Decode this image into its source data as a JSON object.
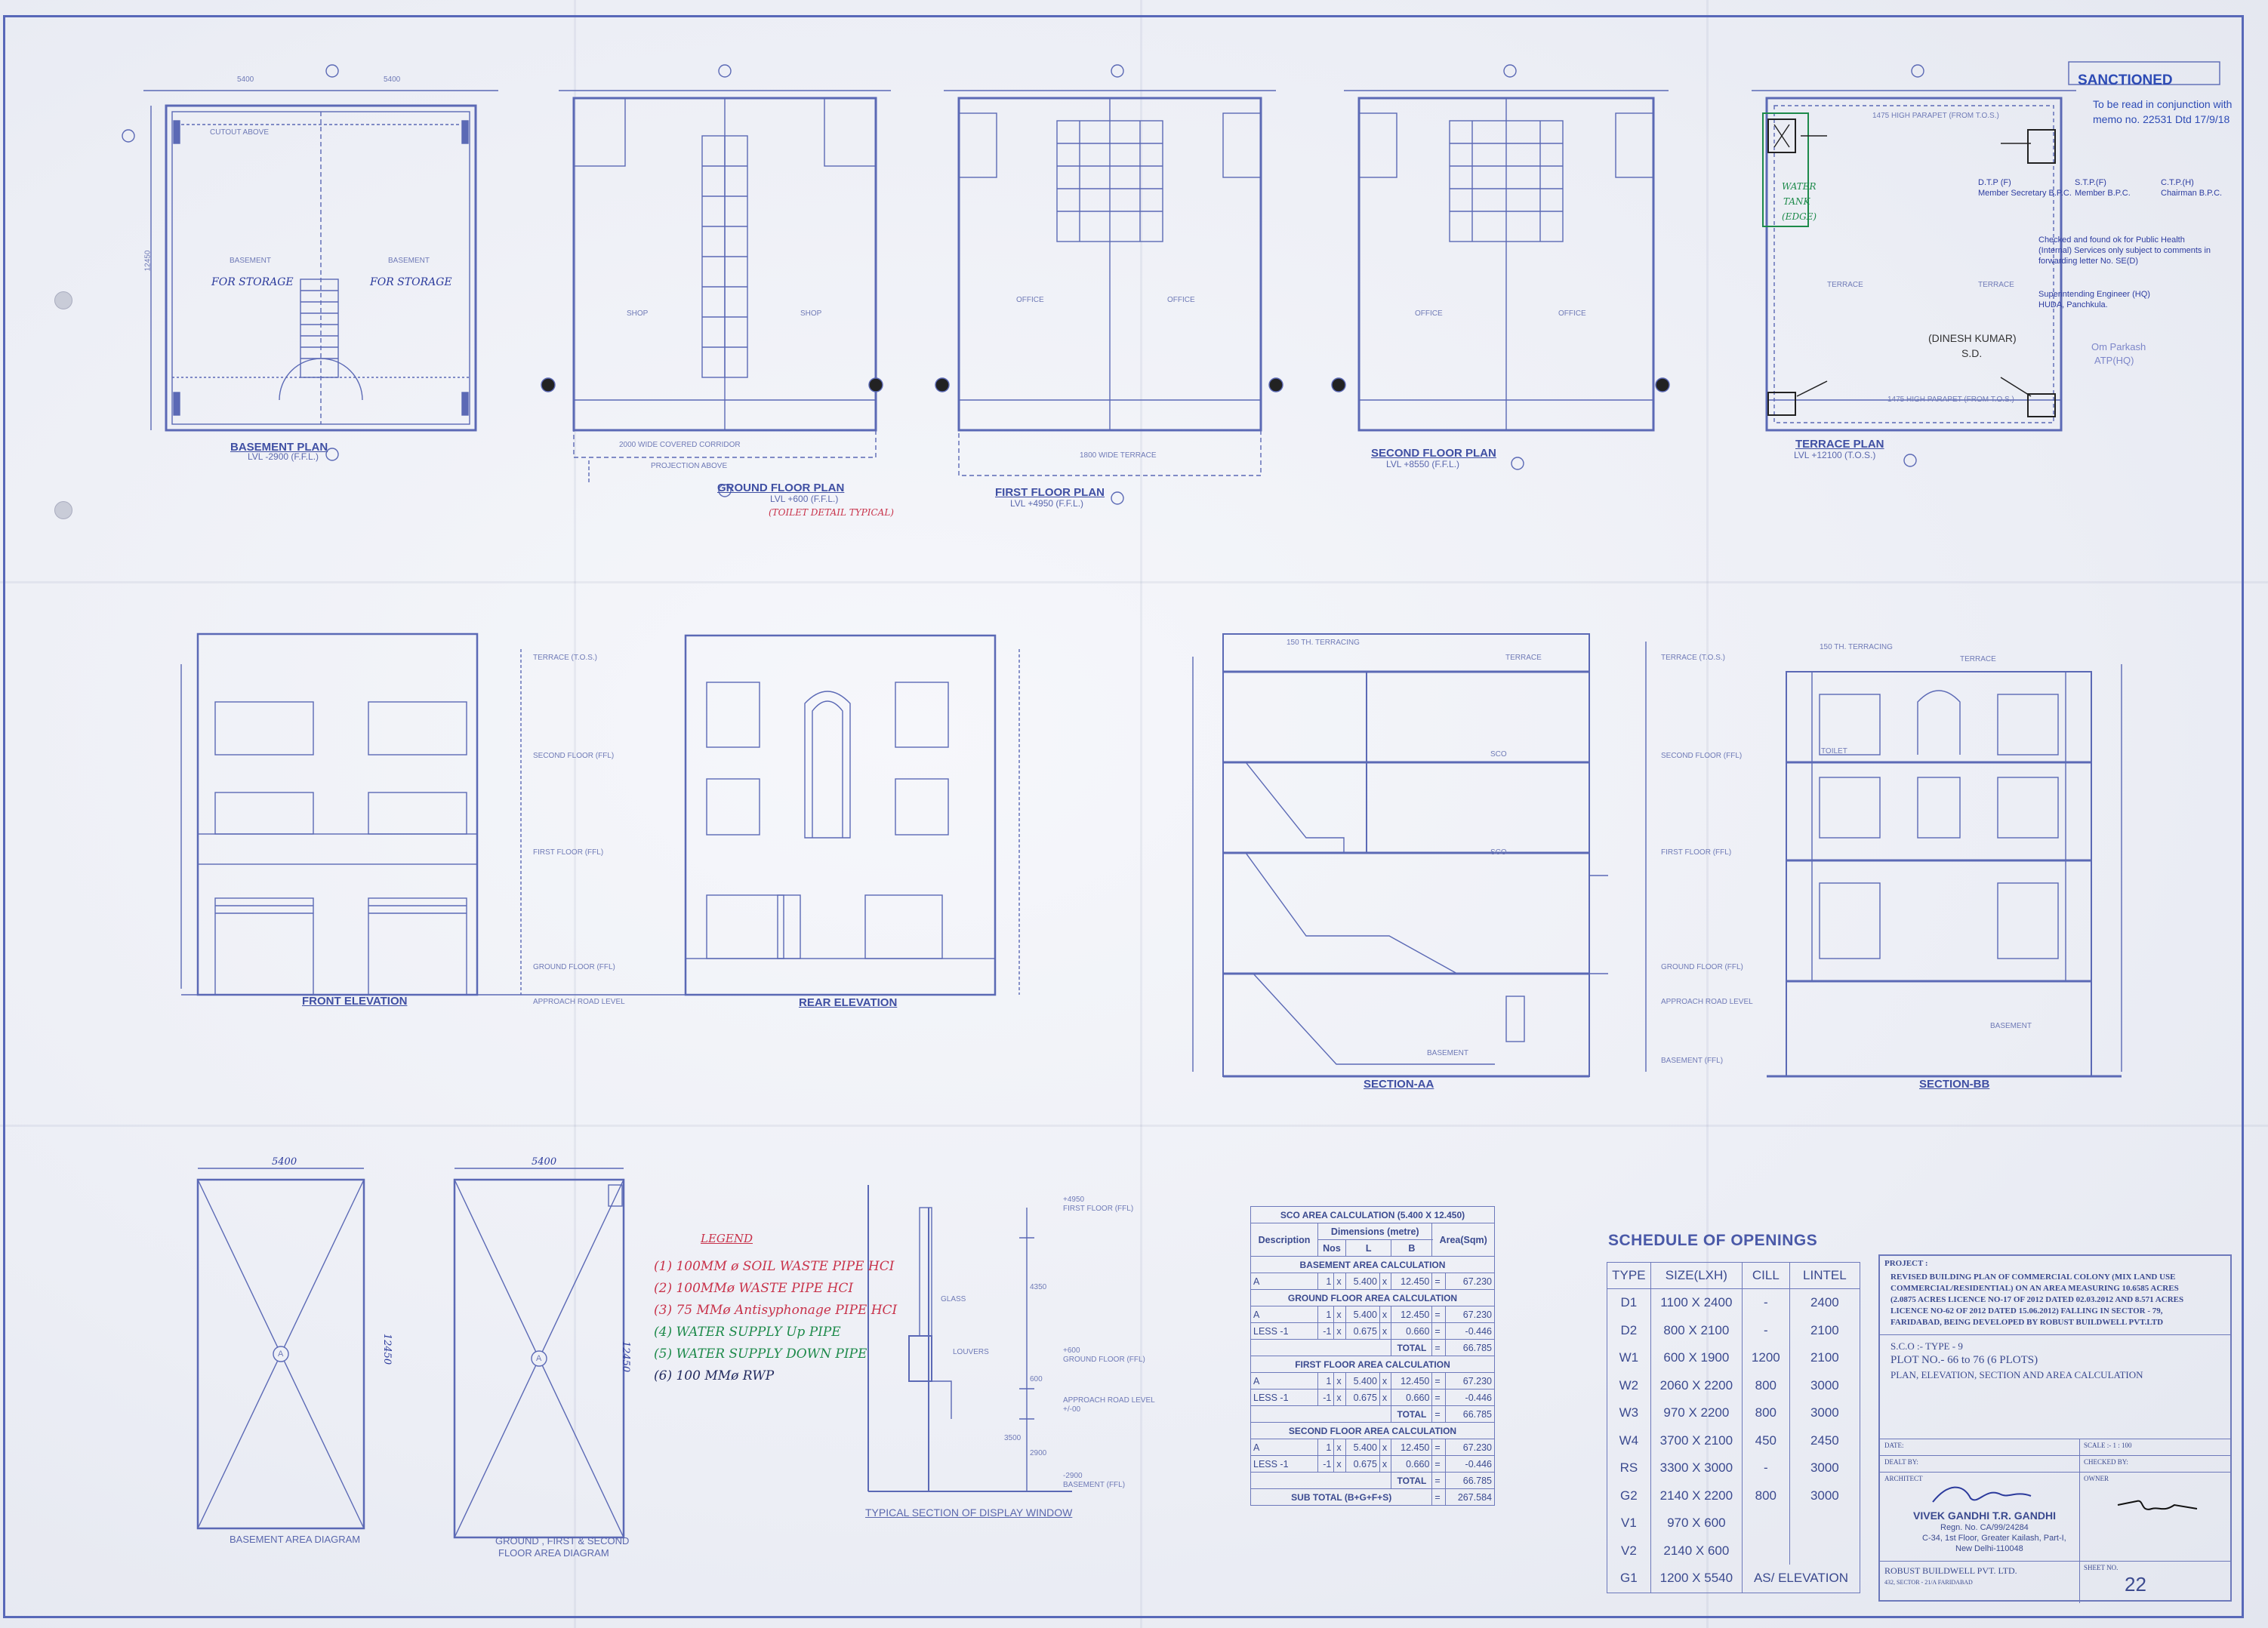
{
  "drawings": {
    "basement_plan": {
      "title": "BASEMENT PLAN",
      "level": "LVL -2900 (F.F.L.)",
      "rooms": [
        "BASEMENT",
        "BASEMENT"
      ],
      "annotations": [
        "FOR STORAGE",
        "FOR STORAGE"
      ],
      "cutout": "CUTOUT ABOVE",
      "dims": [
        "5400",
        "5400",
        "12450"
      ]
    },
    "ground_floor_plan": {
      "title": "GROUND FLOOR PLAN",
      "level": "LVL +600 (F.F.L.)",
      "rooms": [
        "SHOP",
        "SHOP"
      ],
      "note": "(TOILET DETAIL TYPICAL)",
      "corridor": "2000 WIDE COVERED CORRIDOR",
      "projection": "PROJECTION ABOVE"
    },
    "first_floor_plan": {
      "title": "FIRST FLOOR PLAN",
      "level": "LVL +4950 (F.F.L.)",
      "rooms": [
        "OFFICE",
        "OFFICE"
      ],
      "terrace": "1800 WIDE TERRACE"
    },
    "second_floor_plan": {
      "title": "SECOND FLOOR PLAN",
      "level": "LVL +8550 (F.F.L.)",
      "rooms": [
        "OFFICE",
        "OFFICE"
      ]
    },
    "terrace_plan": {
      "title": "TERRACE PLAN",
      "level": "LVL +12100 (T.O.S.)",
      "rooms": [
        "TERRACE",
        "TERRACE"
      ],
      "parapet_top": "1475 HIGH PARAPET (FROM T.O.S.)",
      "parapet_bottom": "1475 HIGH PARAPET (FROM T.O.S.)",
      "water_tank": [
        "WATER",
        "TANK",
        "(EDGE)"
      ]
    },
    "front_elevation": {
      "title": "FRONT ELEVATION"
    },
    "rear_elevation": {
      "title": "REAR ELEVATION"
    },
    "section_aa": {
      "title": "SECTION-AA",
      "labels": [
        "150 TH. TERRACING",
        "TERRACE",
        "SCO",
        "SCO",
        "BASEMENT"
      ]
    },
    "section_bb": {
      "title": "SECTION-BB",
      "labels": [
        "150 TH. TERRACING",
        "TERRACE",
        "TOILET",
        "BASEMENT"
      ]
    },
    "levels": [
      "TERRACE (T.O.S.)",
      "SECOND FLOOR (FFL)",
      "FIRST FLOOR (FFL)",
      "GROUND FLOOR (FFL)",
      "APPROACH ROAD LEVEL",
      "BASEMENT (FFL)"
    ],
    "basement_area_diagram": {
      "title": "BASEMENT AREA DIAGRAM",
      "width": "5400",
      "depth": "12450",
      "marker": "A"
    },
    "ground_area_diagram": {
      "title_line1": "GROUND , FIRST & SECOND",
      "title_line2": "FLOOR AREA DIAGRAM",
      "width": "5400",
      "depth": "12450",
      "marker": "A"
    },
    "display_window": {
      "title": "TYPICAL SECTION OF DISPLAY WINDOW",
      "labels": [
        "+4950",
        "FIRST FLOOR (FFL)",
        "GLASS",
        "LOUVERS",
        "+600",
        "GROUND FLOOR (FFL)",
        "APPROACH ROAD LEVEL",
        "+/-00",
        "-2900",
        "BASEMENT (FFL)"
      ],
      "dims": [
        "4350",
        "600",
        "3500",
        "2900"
      ]
    }
  },
  "legend": {
    "title": "LEGEND",
    "items": [
      {
        "text": "(1) 100MM ø SOIL WASTE PIPE HCI",
        "color": "#c8324a"
      },
      {
        "text": "(2) 100MMø WASTE PIPE HCI",
        "color": "#c8324a"
      },
      {
        "text": "(3) 75 MMø Antisyphonage PIPE HCI",
        "color": "#c8324a"
      },
      {
        "text": "(4) WATER SUPPLY Up PIPE",
        "color": "#1d8a4a"
      },
      {
        "text": "(5) WATER SUPPLY DOWN PIPE",
        "color": "#1d8a4a"
      },
      {
        "text": "(6) 100 MMø RWP",
        "color": "#222a5e"
      }
    ]
  },
  "area_calculation": {
    "title": "SCO AREA CALCULATION (5.400 X 12.450)",
    "headers": {
      "description": "Description",
      "dimensions": "Dimensions (metre)",
      "nos": "Nos",
      "l": "L",
      "b": "B",
      "area": "Area(Sqm)"
    },
    "sections": [
      {
        "name": "BASEMENT AREA CALCULATION",
        "rows": [
          {
            "desc": "A",
            "nos": "1",
            "x1": "x",
            "l": "5.400",
            "x2": "x",
            "b": "12.450",
            "eq": "=",
            "area": "67.230"
          }
        ]
      },
      {
        "name": "GROUND FLOOR AREA CALCULATION",
        "rows": [
          {
            "desc": "A",
            "nos": "1",
            "x1": "x",
            "l": "5.400",
            "x2": "x",
            "b": "12.450",
            "eq": "=",
            "area": "67.230"
          },
          {
            "desc": "LESS -1",
            "nos": "-1",
            "x1": "x",
            "l": "0.675",
            "x2": "x",
            "b": "0.660",
            "eq": "=",
            "area": "-0.446"
          }
        ],
        "total": "66.785"
      },
      {
        "name": "FIRST FLOOR AREA CALCULATION",
        "rows": [
          {
            "desc": "A",
            "nos": "1",
            "x1": "x",
            "l": "5.400",
            "x2": "x",
            "b": "12.450",
            "eq": "=",
            "area": "67.230"
          },
          {
            "desc": "LESS -1",
            "nos": "-1",
            "x1": "x",
            "l": "0.675",
            "x2": "x",
            "b": "0.660",
            "eq": "=",
            "area": "-0.446"
          }
        ],
        "total": "66.785"
      },
      {
        "name": "SECOND FLOOR AREA CALCULATION",
        "rows": [
          {
            "desc": "A",
            "nos": "1",
            "x1": "x",
            "l": "5.400",
            "x2": "x",
            "b": "12.450",
            "eq": "=",
            "area": "67.230"
          },
          {
            "desc": "LESS -1",
            "nos": "-1",
            "x1": "x",
            "l": "0.675",
            "x2": "x",
            "b": "0.660",
            "eq": "=",
            "area": "-0.446"
          }
        ],
        "total": "66.785"
      }
    ],
    "total_label": "TOTAL",
    "subtotal_label": "SUB TOTAL (B+G+F+S)",
    "subtotal_eq": "=",
    "subtotal": "267.584"
  },
  "schedule": {
    "title": "SCHEDULE OF OPENINGS",
    "headers": [
      "TYPE",
      "SIZE(LXH)",
      "CILL",
      "LINTEL"
    ],
    "rows": [
      [
        "D1",
        "1100 X 2400",
        "-",
        "2400"
      ],
      [
        "D2",
        "800 X 2100",
        "-",
        "2100"
      ],
      [
        "W1",
        "600 X 1900",
        "1200",
        "2100"
      ],
      [
        "W2",
        "2060 X 2200",
        "800",
        "3000"
      ],
      [
        "W3",
        "970 X 2200",
        "800",
        "3000"
      ],
      [
        "W4",
        "3700 X 2100",
        "450",
        "2450"
      ],
      [
        "RS",
        "3300 X 3000",
        "-",
        "3000"
      ],
      [
        "G2",
        "2140 X 2200",
        "800",
        "3000"
      ],
      [
        "V1",
        "970 X 600",
        "",
        ""
      ],
      [
        "V2",
        "2140 X 600",
        "",
        ""
      ],
      [
        "G1",
        "1200 X 5540",
        "AS/ ELEVATION",
        ""
      ]
    ]
  },
  "title_block": {
    "project_label": "PROJECT :",
    "project_text": [
      "REVISED BUILDING PLAN OF COMMERCIAL COLONY (MIX LAND USE",
      "COMMERCIAL/RESIDENTIAL) ON AN AREA MEASURING 10.6585 ACRES",
      "(2.0875 ACRES LICENCE NO-17 OF 2012 DATED 02.03.2012 AND 8.571 ACRES",
      "LICENCE NO-62 OF 2012 DATED 15.06.2012) FALLING IN SECTOR - 79,",
      "FARIDABAD, BEING DEVELOPED BY ROBUST BUILDWELL PVT.LTD"
    ],
    "sco_type": "S.C.O :- TYPE - 9",
    "plot_no": "PLOT NO.- 66 to 76 (6 PLOTS)",
    "drawing_desc": "PLAN, ELEVATION, SECTION AND AREA CALCULATION",
    "date_label": "DATE:",
    "scale_label": "SCALE :- 1 : 100",
    "dealt_by": "DEALT BY:",
    "checked_by": "CHECKED BY:",
    "architect_label": "ARCHITECT",
    "owner_label": "OWNER",
    "architect_name": "VIVEK GANDHI T.R. GANDHI",
    "architect_regn": "Regn. No. CA/99/24284",
    "architect_addr1": "C-34, 1st Floor, Greater Kailash, Part-I,",
    "architect_addr2": "New Delhi-110048",
    "company": "ROBUST BUILDWELL PVT. LTD.",
    "company_addr": "432, SECTOR - 21/A FARIDABAD",
    "sheet_label": "SHEET NO.",
    "sheet_no": "22"
  },
  "stamp": {
    "title": "SANCTIONED",
    "line1": "To be read in conjunction with",
    "line2": "memo no. 22531 Dtd 17/9/18",
    "sign_titles": [
      "D.T.P (F)",
      "Member Secretary B.P.C.",
      "S.T.P.(F)",
      "Member B.P.C.",
      "C.T.P.(H)",
      "Chairman B.P.C."
    ],
    "public_health": [
      "Checked and found ok for Public Health",
      "(Internal) Services only subject to comments in",
      "forwarding letter No. SE(D)"
    ],
    "engineer": [
      "Superintending Engineer (HQ)",
      "HUDA, Panchkula."
    ],
    "sd_name": "(DINESH KUMAR)",
    "sd": "S.D.",
    "atp": [
      "Om Parkash",
      "ATP(HQ)"
    ]
  },
  "colors": {
    "ink": "#4a58a8",
    "paper": "#eef0f6",
    "red_ink": "#c8324a",
    "green_ink": "#1d8a4a",
    "blue_ink": "#2b3a9c"
  }
}
